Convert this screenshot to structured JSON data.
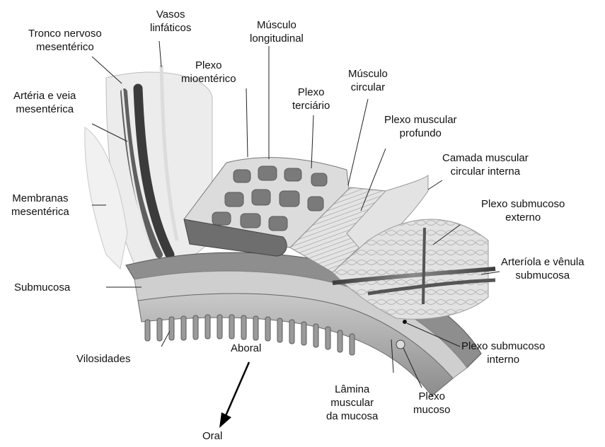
{
  "labels": {
    "tronco_nervoso": [
      "Tronco nervoso",
      "mesentérico"
    ],
    "vasos_linfaticos": [
      "Vasos",
      "linfáticos"
    ],
    "musculo_longitudinal": [
      "Músculo",
      "longitudinal"
    ],
    "plexo_mioenterico": [
      "Plexo",
      "mioentérico"
    ],
    "arteria_veia": [
      "Artéria e veia",
      "mesentérica"
    ],
    "plexo_terciario": [
      "Plexo",
      "terciário"
    ],
    "musculo_circular": [
      "Músculo",
      "circular"
    ],
    "plexo_muscular_profundo": [
      "Plexo muscular",
      "profundo"
    ],
    "camada_muscular": [
      "Camada muscular",
      "circular interna"
    ],
    "membranas": [
      "Membranas",
      "mesentérica"
    ],
    "plexo_submucoso_externo": [
      "Plexo submucoso",
      "externo"
    ],
    "arteriola": [
      "Arteríola e vênula",
      "submucosa"
    ],
    "submucosa": "Submucosa",
    "aboral": "Aboral",
    "plexo_submucoso_interno": [
      "Plexo submucoso",
      "interno"
    ],
    "vilosidades": "Vilosidades",
    "lamina": [
      "Lâmina",
      "muscular",
      "da mucosa"
    ],
    "plexo_mucoso": [
      "Plexo",
      "mucoso"
    ],
    "oral": "Oral"
  },
  "colors": {
    "tissue_dark": "#6f6f6f",
    "tissue_mid": "#a6a6a6",
    "tissue_light": "#d6d6d6",
    "leader": "#222222",
    "arrow": "#000000"
  }
}
